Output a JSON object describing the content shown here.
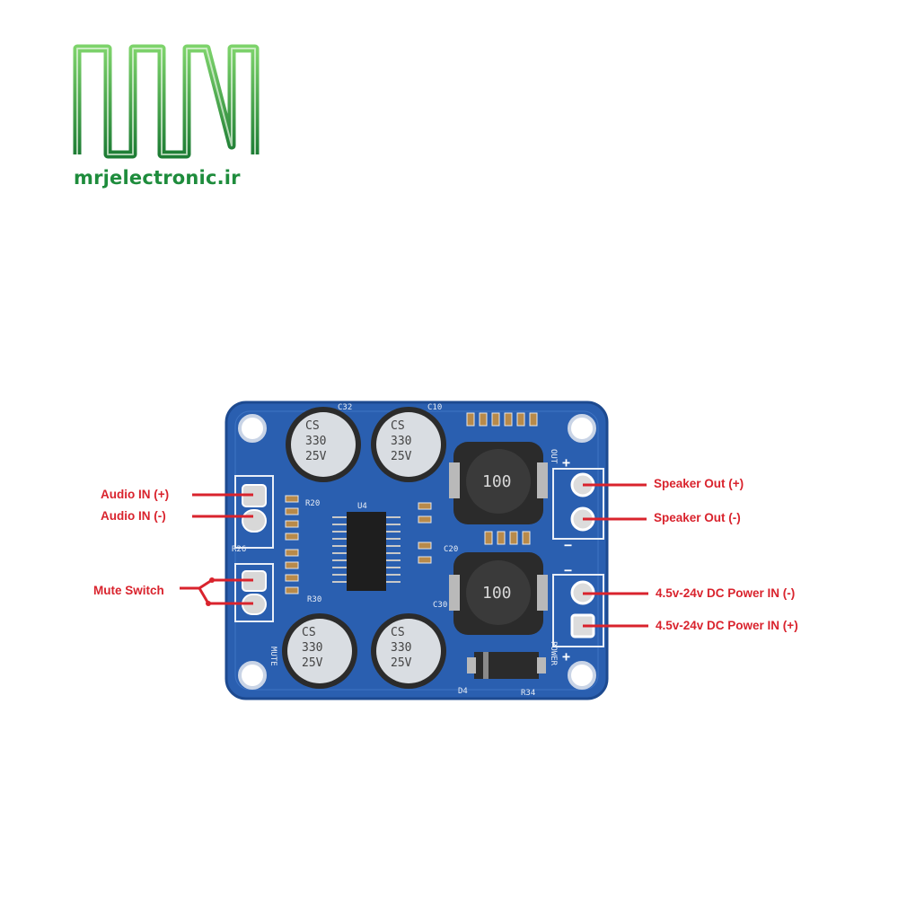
{
  "brand": {
    "site": "mrjelectronic.ir"
  },
  "board": {
    "capacitor_marks": [
      {
        "l1": "CS",
        "l2": "330",
        "l3": "25V"
      },
      {
        "l1": "CS",
        "l2": "330",
        "l3": "25V"
      },
      {
        "l1": "CS",
        "l2": "330",
        "l3": "25V"
      },
      {
        "l1": "CS",
        "l2": "330",
        "l3": "25V"
      }
    ],
    "inductor_top": "100",
    "inductor_bottom": "100",
    "silk": {
      "c32": "C32",
      "c10": "C10",
      "r20": "R20",
      "u4": "U4",
      "r26": "R26",
      "r30": "R30",
      "c20": "C20",
      "c30": "C30",
      "d4": "D4",
      "r34": "R34",
      "mute": "MUTE",
      "power": "POWER",
      "out": "OUT",
      "plus_top": "+",
      "minus_top": "−",
      "minus_bottom": "−",
      "plus_bottom": "+"
    }
  },
  "labels": {
    "audio_in_plus": "Audio IN (+)",
    "audio_in_minus": "Audio IN (-)",
    "mute_switch": "Mute Switch",
    "speaker_out_plus": "Speaker Out (+)",
    "speaker_out_minus": "Speaker Out (-)",
    "power_in_minus": "4.5v-24v DC Power IN (-)",
    "power_in_plus": "4.5v-24v DC Power IN (+)"
  },
  "colors": {
    "logo_green": "#1e8c3c",
    "pcb_blue": "#2a5fb0",
    "callout_red": "#d9232d"
  }
}
